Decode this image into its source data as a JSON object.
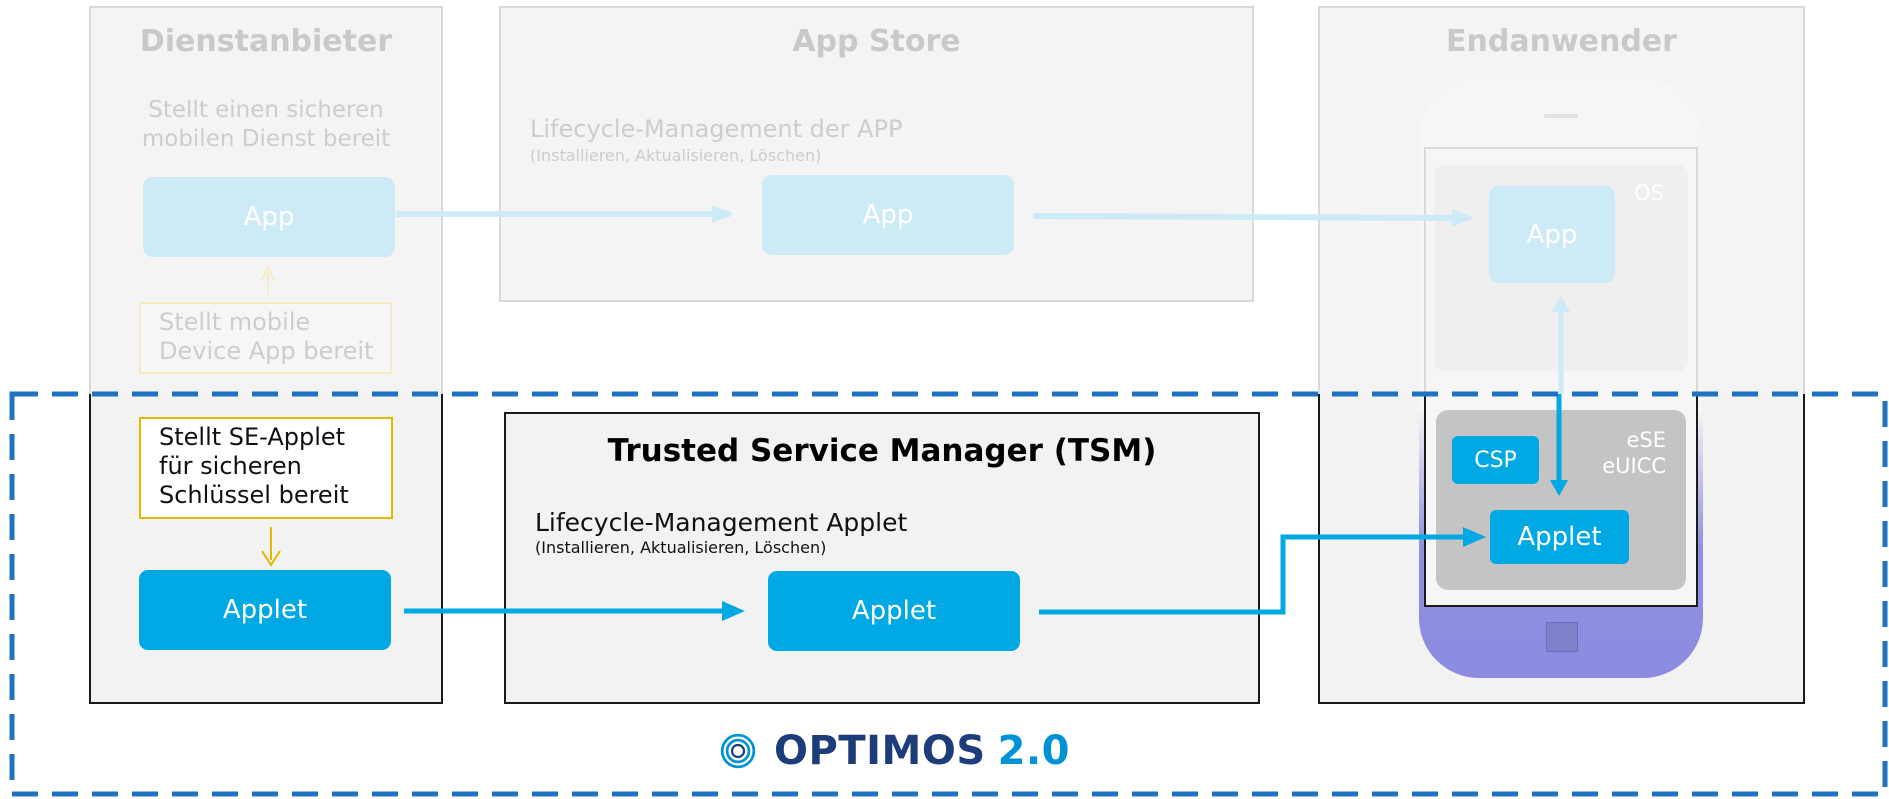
{
  "columns": {
    "provider": {
      "title": "Dienstanbieter",
      "description_line1": "Stellt einen sicheren",
      "description_line2": "mobilen Dienst bereit",
      "app_label": "App",
      "note_app_line1": "Stellt mobile",
      "note_app_line2": "Device App bereit",
      "note_applet_line1": "Stellt SE-Applet",
      "note_applet_line2": "für sicheren",
      "note_applet_line3": "Schlüssel bereit",
      "applet_label": "Applet"
    },
    "appstore": {
      "title": "App Store",
      "lifecycle_title": "Lifecycle-Management der APP",
      "lifecycle_sub": "(Installieren, Aktualisieren, Löschen)",
      "app_label": "App"
    },
    "enduser": {
      "title": "Endanwender",
      "os_label": "OS",
      "app_label": "App",
      "se_label_line1": "eSE",
      "se_label_line2": "eUICC",
      "csp_label": "CSP",
      "applet_label": "Applet"
    }
  },
  "tsm": {
    "title": "Trusted Service Manager (TSM)",
    "lifecycle_title": "Lifecycle-Management Applet",
    "lifecycle_sub": "(Installieren, Aktualisieren, Löschen)",
    "applet_label": "Applet"
  },
  "logo": {
    "name": "OPTIMOS",
    "version": "2.0",
    "icon": "concentric-rings-icon"
  },
  "colors": {
    "accent_blue": "#00a8e4",
    "light_blue": "#cdebf7",
    "dashed_border": "#1f72bf",
    "note_yellow": "#e6b800",
    "phone_purple": "#8c8be0",
    "logo_dark": "#1d3d7a",
    "logo_light": "#0092d6"
  }
}
